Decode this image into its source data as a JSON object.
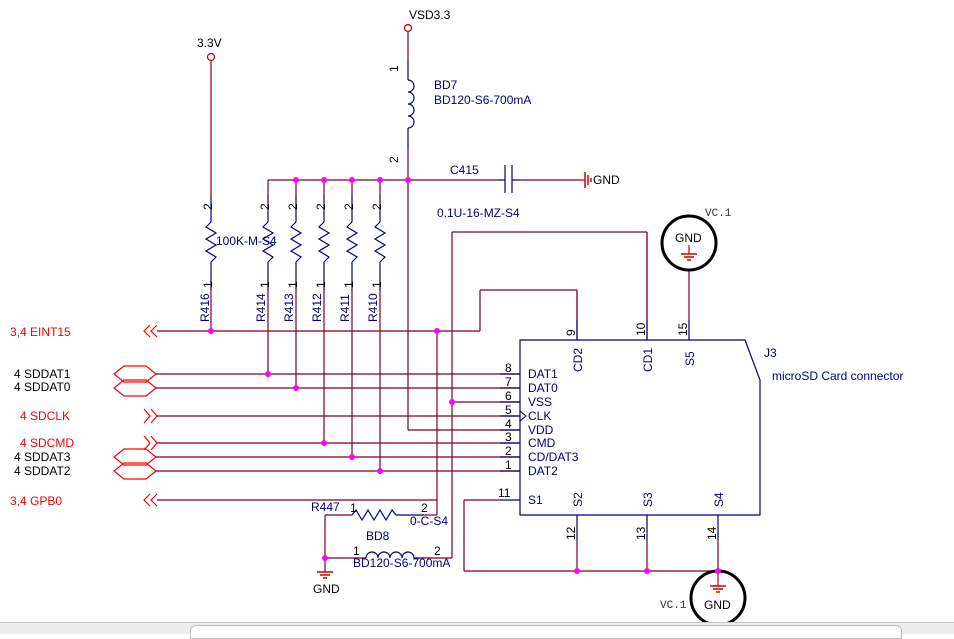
{
  "power": {
    "v33": "3.3V",
    "vsd": "VSD3.3",
    "gnd": "GND"
  },
  "bd7": {
    "ref": "BD7",
    "value": "BD120-S6-700mA",
    "pin1": "1",
    "pin2": "2"
  },
  "c415": {
    "ref": "C415",
    "value": "0.1U-16-MZ-S4"
  },
  "resistors": {
    "r416": {
      "ref": "R416",
      "value": "100K-M-S4"
    },
    "r414": "R414",
    "r413": "R413",
    "r412": "R412",
    "r411": "R411",
    "r410": "R410",
    "pin1": "1",
    "pin2": "2"
  },
  "r447": {
    "ref": "R447",
    "value": "0-C-S4",
    "pin1": "1",
    "pin2": "2"
  },
  "bd8": {
    "ref": "BD8",
    "value": "BD120-S6-700mA",
    "pin1": "1",
    "pin2": "2"
  },
  "vc_label": "VC.1",
  "nets": {
    "eint15": "3,4  EINT15",
    "sddat1": "4  SDDAT1",
    "sddat0": "4  SDDAT0",
    "sdclk": "4  SDCLK",
    "sdcmd": "4  SDCMD",
    "sddat3": "4  SDDAT3",
    "sddat2": "4  SDDAT2",
    "gpb0": "3,4  GPB0"
  },
  "connector": {
    "ref": "J3",
    "value": "microSD Card connector",
    "left_pins": [
      {
        "num": "8",
        "name": "DAT1"
      },
      {
        "num": "7",
        "name": "DAT0"
      },
      {
        "num": "6",
        "name": "VSS"
      },
      {
        "num": "5",
        "name": "CLK"
      },
      {
        "num": "4",
        "name": "VDD"
      },
      {
        "num": "3",
        "name": "CMD"
      },
      {
        "num": "2",
        "name": "CD/DAT3"
      },
      {
        "num": "1",
        "name": "DAT2"
      }
    ],
    "s1": {
      "num": "11",
      "name": "S1"
    },
    "top_pins": [
      {
        "num": "9",
        "name": "CD2"
      },
      {
        "num": "10",
        "name": "CD1"
      },
      {
        "num": "15",
        "name": "S5"
      }
    ],
    "bottom_pins": [
      {
        "num": "12",
        "name": "S2"
      },
      {
        "num": "13",
        "name": "S3"
      },
      {
        "num": "14",
        "name": "S4"
      }
    ]
  },
  "colors": {
    "wire": "#800020",
    "part": "#000080",
    "net_label": "#ff0000",
    "junction": "#ff00ff"
  }
}
